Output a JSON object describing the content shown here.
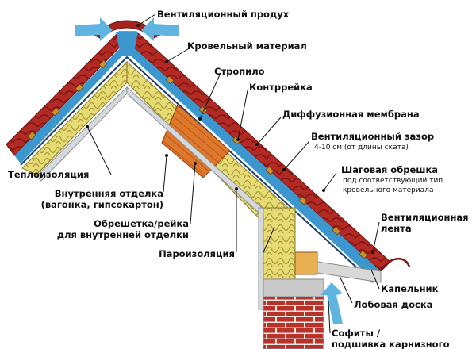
{
  "labels": {
    "vent_ridge": "Вентиляционный продух",
    "roofing": "Кровельный материал",
    "rafter": "Стропило",
    "counter_batten": "Контррейка",
    "membrane": "Диффузионная мембрана",
    "vent_gap": "Вентиляционный зазор",
    "vent_gap_sub": "4-10 см (от длины ската)",
    "step_batten": "Шаговая обрешка",
    "step_batten_sub1": "под соответствующий тип",
    "step_batten_sub2": "кровельного материала",
    "vent_tape_1": "Вентиляционная",
    "vent_tape_2": "лента",
    "drip": "Капельник",
    "fascia": "Лобовая доска",
    "soffit_1": "Софиты /",
    "soffit_2": "подшивка карнизного",
    "insulation": "Теплоизоляция",
    "inner_finish_1": "Внутренняя отделка",
    "inner_finish_2": "(вагонка, гипсокартон)",
    "inner_batten_1": "Обрешетка/рейка",
    "inner_batten_2": "для внутренней отделки",
    "vapor_barrier": "Пароизоляция"
  },
  "colors": {
    "tile": "#b22a23",
    "tile_dark": "#7e1612",
    "blue_gap": "#3c97cf",
    "insulation": "#e6db74",
    "rafter_wood": "#e0782c",
    "batten_wood": "#c7922f",
    "inner_panel": "#d6d9dc",
    "brick": "#b8322a",
    "concrete": "#c9c9c9",
    "leader": "#111111",
    "arrow": "#5fb4e0"
  },
  "icons": [
    "airflow-arrow-icon"
  ]
}
